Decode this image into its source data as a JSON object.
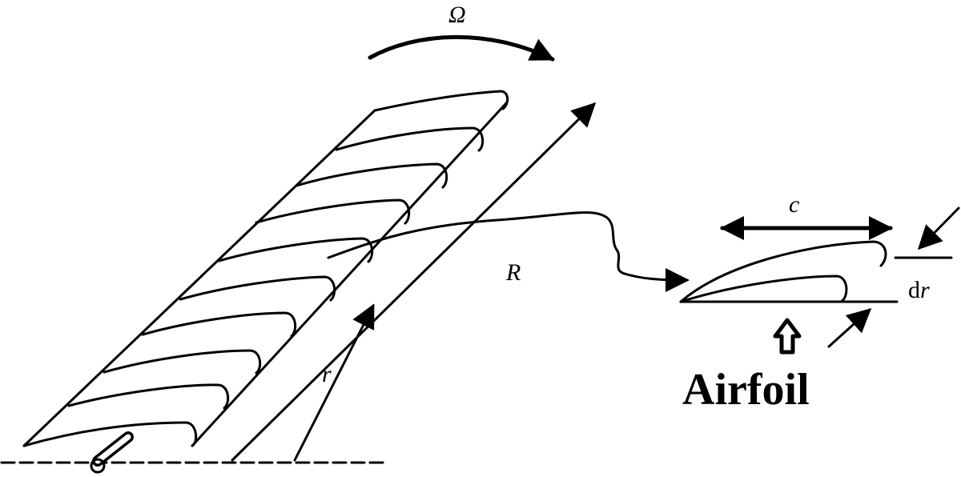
{
  "labels": {
    "omega": "Ω",
    "R": "R",
    "r": "r",
    "c": "c",
    "dr_d": "d",
    "dr_r": "r",
    "airfoil": "Airfoil"
  }
}
